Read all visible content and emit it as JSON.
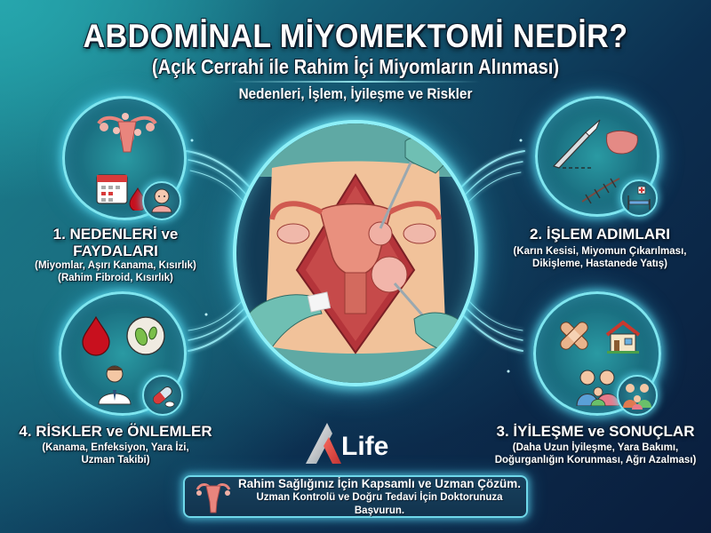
{
  "header": {
    "title": "ABDOMİNAL MİYOMEKTOMİ NEDİR?",
    "subtitle": "(Açık Cerrahi ile Rahim İçi Miyomların Alınması)",
    "tagline": "Nedenleri, İşlem, İyileşme ve Riskler"
  },
  "sections": [
    {
      "title_line1": "1. NEDENLERİ ve",
      "title_line2": "FAYDALARI",
      "desc_line1": "(Miyomlar, Aşırı Kanama, Kısırlık)",
      "desc_line2": "(Rahim Fibroid, Kısırlık)",
      "icons": [
        "uterus-icon",
        "calendar-icon",
        "blood-drop-icon",
        "baby-icon"
      ]
    },
    {
      "title_line1": "2. İŞLEM ADIMLARI",
      "desc_line1": "(Karın Kesisi, Miyomun Çıkarılması,",
      "desc_line2": "Dikişleme, Hastanede Yatış)",
      "icons": [
        "scalpel-icon",
        "tissue-icon",
        "stitches-icon",
        "hospital-bed-icon"
      ]
    },
    {
      "title_line1": "3. İYİLEŞME ve SONUÇLAR",
      "desc_line1": "(Daha Uzun İyileşme, Yara Bakımı,",
      "desc_line2": "Doğurganlığın Korunması, Ağrı Azalması)",
      "icons": [
        "bandage-icon",
        "house-icon",
        "family-icon",
        "family-small-icon"
      ]
    },
    {
      "title_line1": "4. RİSKLER ve ÖNLEMLER",
      "desc_line1": "(Kanama, Enfeksiyon, Yara İzi,",
      "desc_line2": "Uzman Takibi)",
      "icons": [
        "blood-drop-icon",
        "bacteria-icon",
        "doctor-icon",
        "pill-icon"
      ]
    }
  ],
  "center_illustration": "surgery-illustration",
  "logo": {
    "text": "Life",
    "mark": "A"
  },
  "footer": {
    "line1": "Rahim Sağlığınız İçin Kapsamlı ve Uzman Çözüm.",
    "line2": "Uzman Kontrolü ve Doğru Tedavi İçin Doktorunuza Başvurun."
  },
  "colors": {
    "glow": "#7fe6f0",
    "bg_top_left": "#26a6ad",
    "bg_bottom_right": "#0a1d3c",
    "uterus": "#e9857d",
    "glove": "#6fbfb3",
    "logo_accent": "#e8514a"
  }
}
